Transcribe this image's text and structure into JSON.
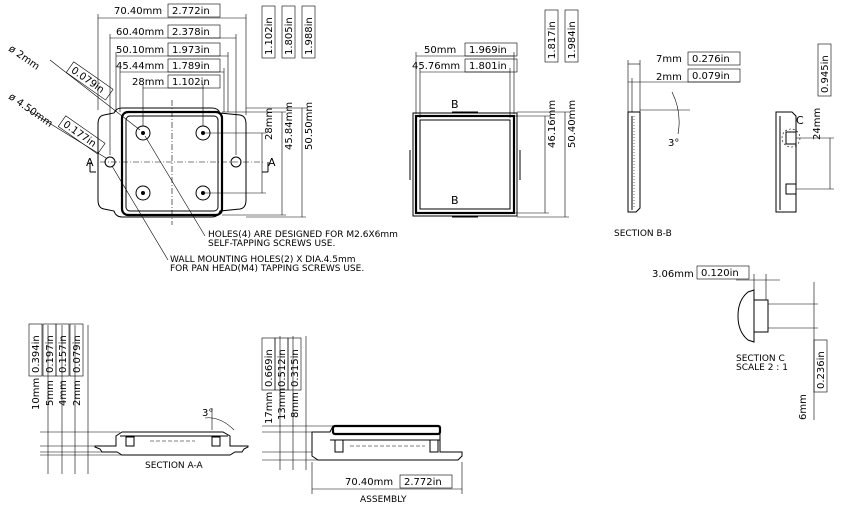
{
  "top_view": {
    "d1_mm": "70.40mm",
    "d1_in": "2.772in",
    "d2_mm": "60.40mm",
    "d2_in": "2.378in",
    "d3_mm": "50.10mm",
    "d3_in": "1.973in",
    "d4_mm": "45.44mm",
    "d4_in": "1.789in",
    "d5_mm": "28mm",
    "d5_in": "1.102in",
    "v1_in": "1.102in",
    "v2_in": "1.805in",
    "v3_in": "1.988in",
    "v1_mm": "28mm",
    "v2_mm": "45.84mm",
    "v3_mm": "50.50mm",
    "dia2": "ø 2mm",
    "dia2_in": "0.079in",
    "dia45": "ø 4.50mm",
    "dia45_in": "0.177in",
    "sec_a": "A",
    "note1_l1": "HOLES(4) ARE DESIGNED FOR M2.6X6mm",
    "note1_l2": "SELF-TAPPING SCREWS USE.",
    "note2_l1": "WALL MOUNTING HOLES(2) X DIA.4.5mm",
    "note2_l2": "FOR PAN HEAD(M4) TAPPING  SCREWS USE."
  },
  "lid_view": {
    "w1_mm": "50mm",
    "w1_in": "1.969in",
    "w2_mm": "45.76mm",
    "w2_in": "1.801in",
    "h1_mm": "46.16mm",
    "h1_in": "1.817in",
    "h2_mm": "50.40mm",
    "h2_in": "1.984in",
    "sec_b": "B"
  },
  "section_bb": {
    "d1_mm": "7mm",
    "d1_in": "0.276in",
    "d2_mm": "2mm",
    "d2_in": "0.079in",
    "angle": "3°",
    "label": "SECTION  B-B"
  },
  "side_c": {
    "h_mm": "24mm",
    "h_in": "0.945in",
    "tag": "C"
  },
  "section_c": {
    "d1_mm": "3.06mm",
    "d1_in": "0.120in",
    "d2_in": "0.236in",
    "d2_mm": "6mm",
    "label1": "SECTION C",
    "label2": "SCALE 2 : 1"
  },
  "section_aa": {
    "h1_in": "0.394in",
    "h2_in": "0.197in",
    "h3_in": "0.157in",
    "h4_in": "0.079in",
    "h1_mm": "10mm",
    "h2_mm": "5mm",
    "h3_mm": "4mm",
    "h4_mm": "2mm",
    "angle": "3°",
    "label": "SECTION  A-A"
  },
  "assembly": {
    "h1_in": "0.669in",
    "h2_in": "0.512in",
    "h3_in": "0.315in",
    "h1_mm": "17mm",
    "h2_mm": "13mm",
    "h3_mm": "8mm",
    "w_mm": "70.40mm",
    "w_in": "2.772in",
    "label": "ASSEMBLY"
  }
}
